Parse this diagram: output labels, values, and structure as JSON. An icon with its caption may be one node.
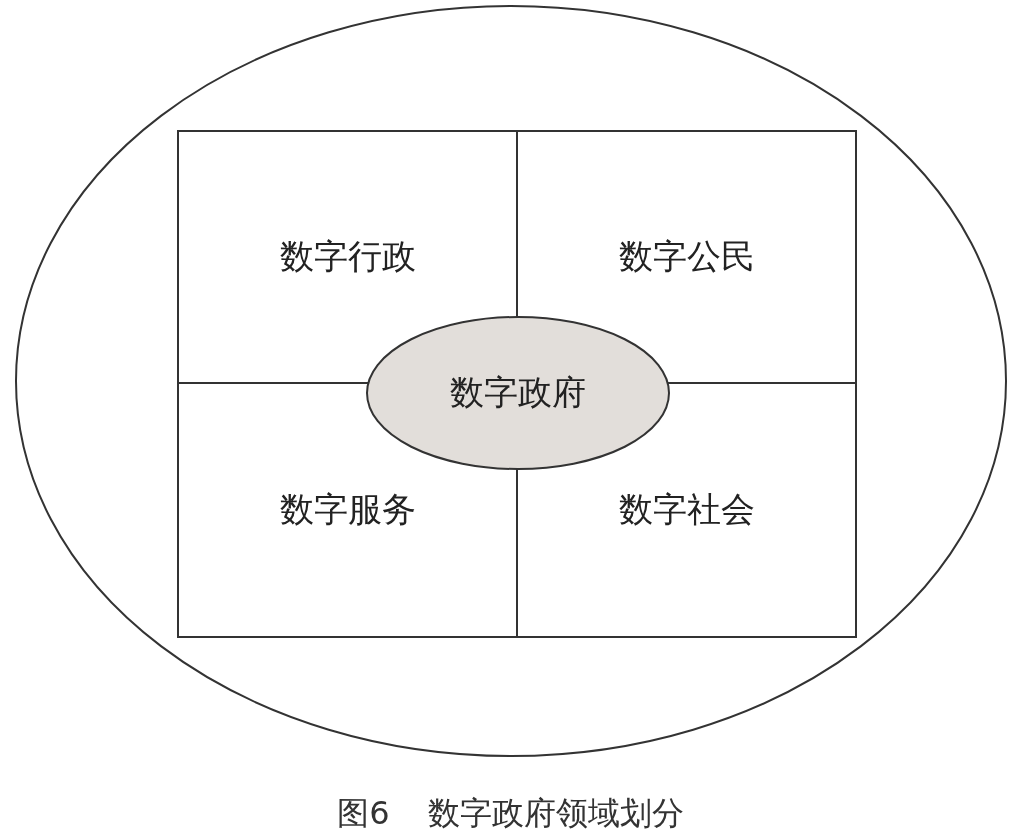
{
  "diagram": {
    "caption": "图6 数字政府领域划分",
    "nodes": [
      {
        "text": [],
        "shape": "circle"
      },
      {
        "text": [
          "数字行政"
        ],
        "in": 0
      },
      {
        "text": [
          "数字公民"
        ],
        "in": 0
      },
      {
        "text": [
          "数字政府"
        ],
        "in": 0
      },
      {
        "text": [
          "数字服务"
        ],
        "in": 0
      },
      {
        "text": [
          "数字社会"
        ],
        "in": 0
      }
    ]
  }
}
